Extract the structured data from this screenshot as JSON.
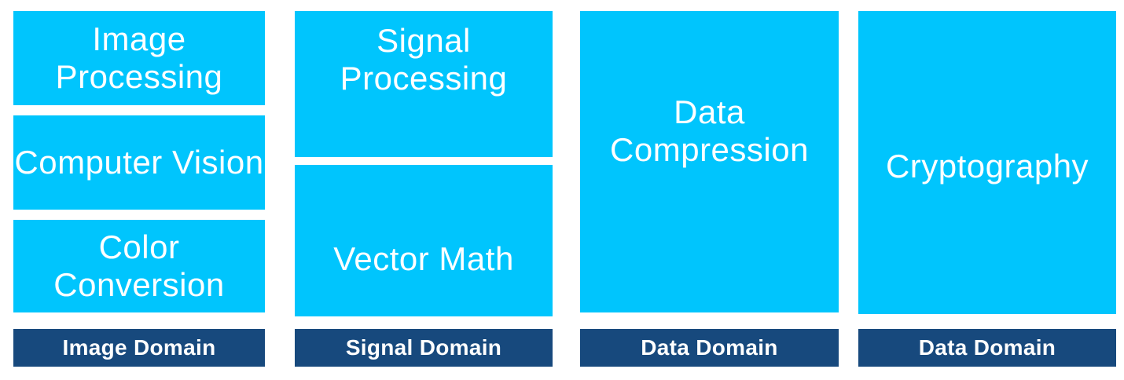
{
  "diagram": {
    "columns": [
      {
        "domain_label": "Image Domain",
        "boxes": [
          {
            "label": "Image Processing"
          },
          {
            "label": "Computer Vision"
          },
          {
            "label": "Color Conversion"
          }
        ]
      },
      {
        "domain_label": "Signal Domain",
        "boxes": [
          {
            "label": "Signal Processing"
          },
          {
            "label": "Vector Math"
          }
        ]
      },
      {
        "domain_label": "Data Domain",
        "boxes": [
          {
            "label": "Data Compression"
          }
        ]
      },
      {
        "domain_label": "Data Domain",
        "boxes": [
          {
            "label": "Cryptography"
          }
        ]
      }
    ],
    "colors": {
      "box": "#00C5FD",
      "footer": "#17497D",
      "text": "#FFFFFF",
      "background": "#FFFFFF"
    }
  }
}
